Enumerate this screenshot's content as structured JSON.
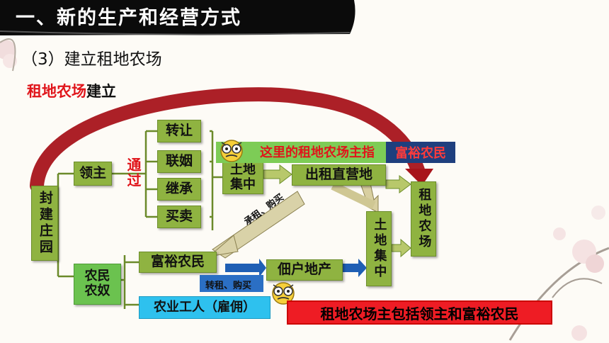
{
  "header": {
    "title": "一、新的生产和经营方式"
  },
  "subtitle": "（3）建立租地农场",
  "lead": {
    "red": "租地农场",
    "black": "建立"
  },
  "nodes": {
    "feudal_manor": "封建庄园",
    "lord": "领主",
    "via": "通过",
    "transfer": "转让",
    "marriage": "联姻",
    "inherit": "继承",
    "trade": "买卖",
    "land_concentrate_1": "土地集中",
    "lease_demesne": "出租直营地",
    "land_concentrate_2": "土地集中",
    "tenant_farm": "租地农场",
    "peasant_serf": "农民农奴",
    "rich_peasant": "富裕农民",
    "tenancy_property": "佃户地产",
    "farm_worker": "农业工人（雇佣）"
  },
  "arrows": {
    "lease_buy": "承租、购买",
    "sublet_buy": "转租、购买"
  },
  "notes": {
    "note1_text": "这里的租地农场主指",
    "note1_tag": "富裕农民",
    "note2": "租地农场主包括领主和富裕农民"
  },
  "colors": {
    "banner": "#0b0b0b",
    "olive": "#8fb341",
    "green": "#6bc24f",
    "cyan": "#2ec1ee",
    "red": "#e0151b",
    "arc": "#a8141b"
  }
}
